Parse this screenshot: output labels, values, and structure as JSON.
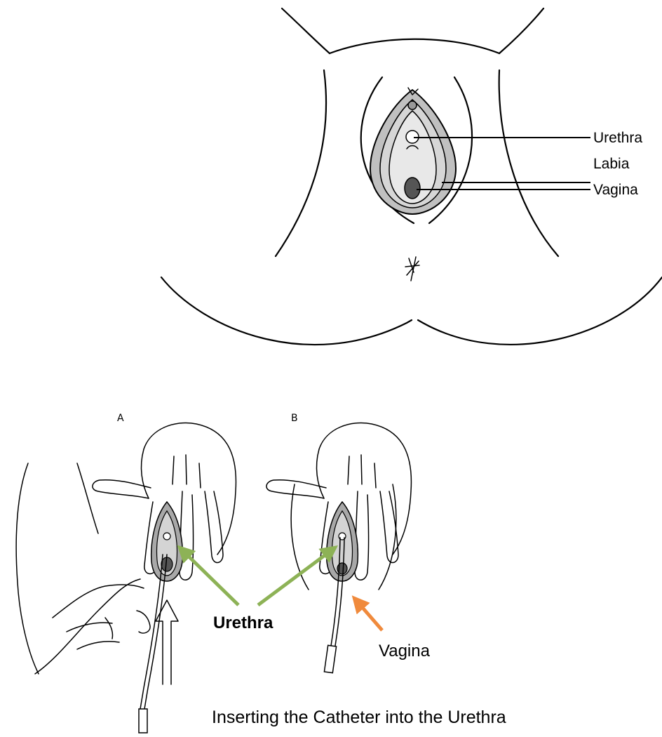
{
  "top_figure": {
    "labels": {
      "urethra": "Urethra",
      "labia": "Labia",
      "vagina": "Vagina"
    }
  },
  "bottom_figure": {
    "panel_a": "A",
    "panel_b": "B",
    "urethra_label": "Urethra",
    "vagina_label": "Vagina",
    "caption": "Inserting the Catheter into the Urethra"
  },
  "colors": {
    "green_arrow": "#8db256",
    "orange_arrow": "#f08a3c",
    "gray_fill_dark": "#a8a8a8",
    "gray_fill_mid": "#c8c8c8",
    "gray_fill_light": "#e2e2e2"
  }
}
